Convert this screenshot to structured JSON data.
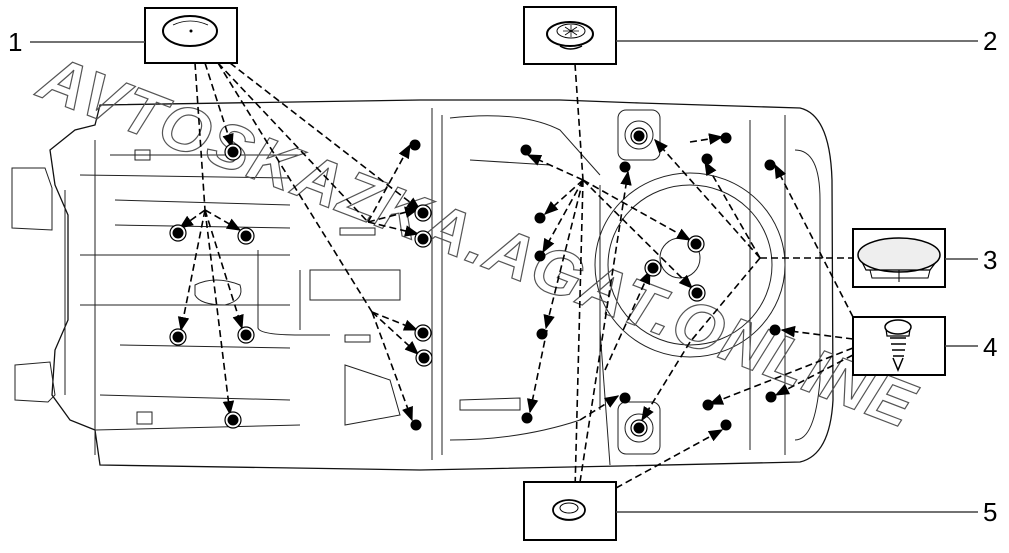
{
  "diagram": {
    "title": "Floor pan plug / grommet locations",
    "watermark": "AVTOSKAZKA.AGAT.ONLINE",
    "callouts": [
      {
        "number": "1",
        "part": "round flat plug"
      },
      {
        "number": "2",
        "part": "ribbed grommet plug"
      },
      {
        "number": "3",
        "part": "cap plug"
      },
      {
        "number": "4",
        "part": "push-in clip"
      },
      {
        "number": "5",
        "part": "ring grommet"
      }
    ]
  }
}
